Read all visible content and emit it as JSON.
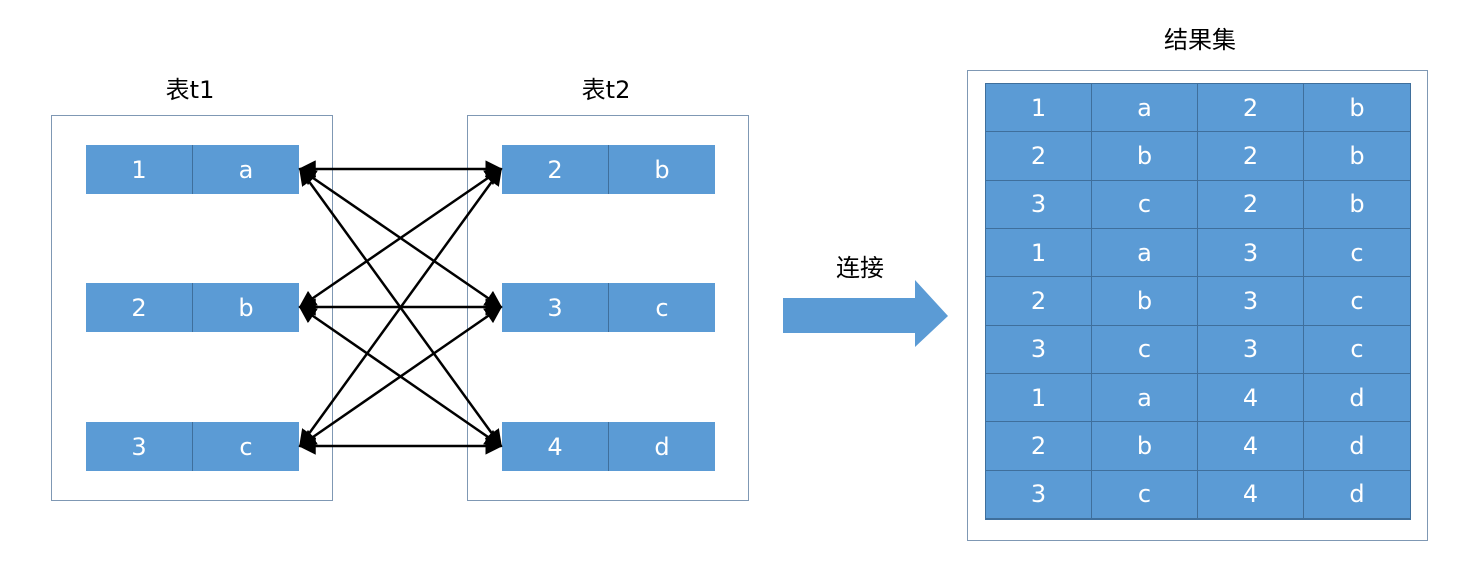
{
  "table1": {
    "title": "表t1",
    "rows": [
      [
        "1",
        "a"
      ],
      [
        "2",
        "b"
      ],
      [
        "3",
        "c"
      ]
    ]
  },
  "table2": {
    "title": "表t2",
    "rows": [
      [
        "2",
        "b"
      ],
      [
        "3",
        "c"
      ],
      [
        "4",
        "d"
      ]
    ]
  },
  "join_label": "连接",
  "result": {
    "title": "结果集",
    "rows": [
      [
        "1",
        "a",
        "2",
        "b"
      ],
      [
        "2",
        "b",
        "2",
        "b"
      ],
      [
        "3",
        "c",
        "2",
        "b"
      ],
      [
        "1",
        "a",
        "3",
        "c"
      ],
      [
        "2",
        "b",
        "3",
        "c"
      ],
      [
        "3",
        "c",
        "3",
        "c"
      ],
      [
        "1",
        "a",
        "4",
        "d"
      ],
      [
        "2",
        "b",
        "4",
        "d"
      ],
      [
        "3",
        "c",
        "4",
        "d"
      ]
    ]
  },
  "colors": {
    "cell_fill": "#5b9bd5",
    "cell_border": "#3f6f9c",
    "frame_border": "#7f98b4",
    "arrow": "#5b9bd5",
    "lines": "#000000"
  }
}
